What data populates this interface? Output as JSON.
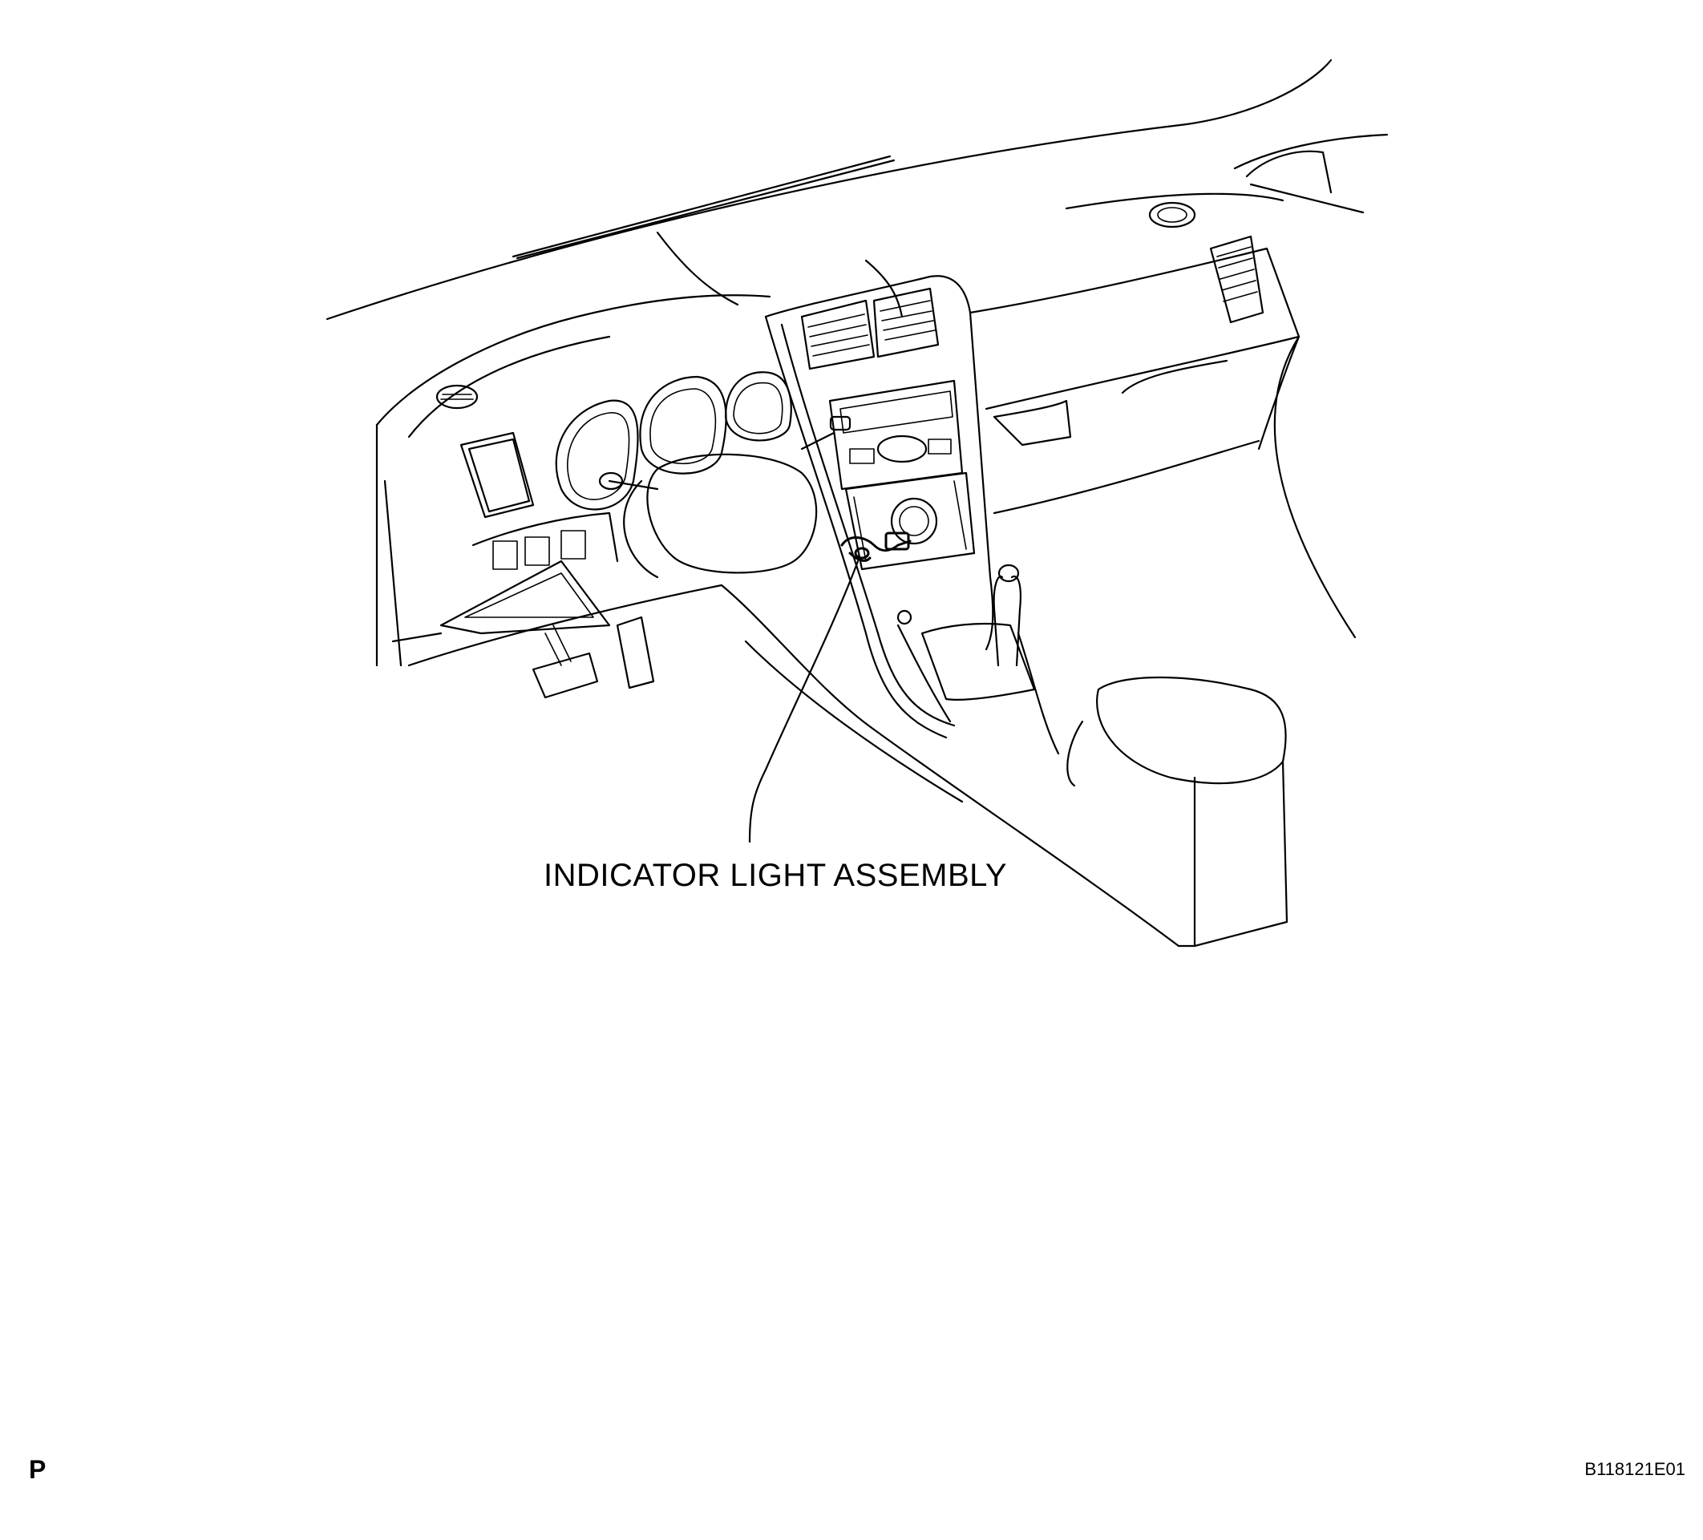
{
  "callout": {
    "label": "INDICATOR LIGHT ASSEMBLY"
  },
  "footer": {
    "page_letter": "P",
    "figure_code": "B118121E01"
  },
  "colors": {
    "ink": "#000000",
    "paper": "#ffffff"
  }
}
